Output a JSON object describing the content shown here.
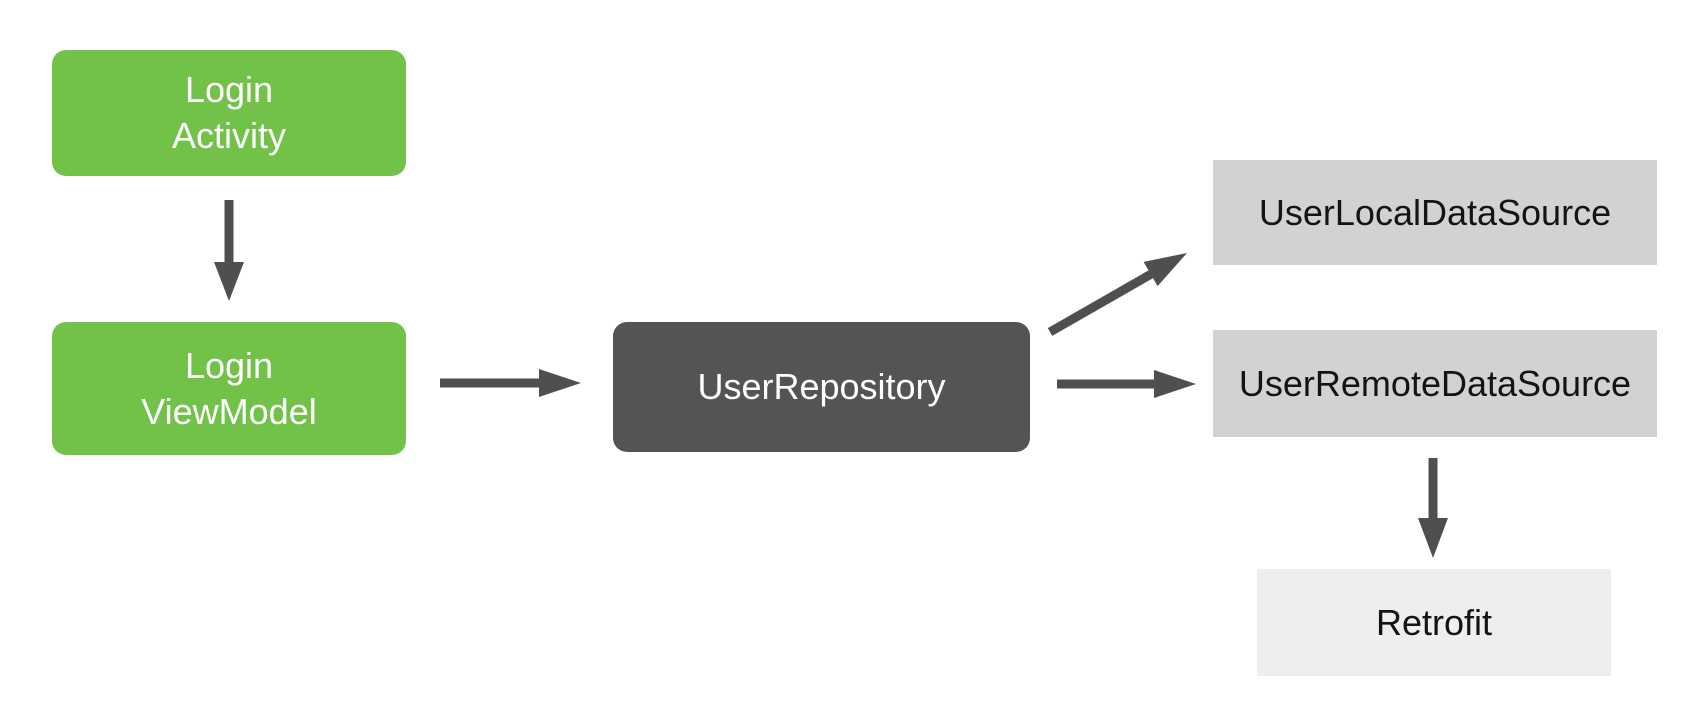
{
  "diagram": {
    "title": "",
    "background_color": "#ffffff",
    "arrow_color": "#4f4f4f",
    "nodes": {
      "login_activity": {
        "lines": [
          "Login",
          "Activity"
        ],
        "bg": "#72c24a",
        "text_color": "#ffffff",
        "shape": "rounded-rect"
      },
      "login_viewmodel": {
        "lines": [
          "Login",
          "ViewModel"
        ],
        "bg": "#72c24a",
        "text_color": "#ffffff",
        "shape": "rounded-rect"
      },
      "user_repository": {
        "label": "UserRepository",
        "bg": "#545454",
        "text_color": "#ffffff",
        "shape": "rounded-rect"
      },
      "user_local_data_source": {
        "label": "UserLocalDataSource",
        "bg": "#d2d2d2",
        "text_color": "#141414",
        "shape": "rect"
      },
      "user_remote_data_source": {
        "label": "UserRemoteDataSource",
        "bg": "#d2d2d2",
        "text_color": "#141414",
        "shape": "rect"
      },
      "retrofit": {
        "label": "Retrofit",
        "bg": "#eeeeec",
        "text_color": "#141414",
        "shape": "rect"
      }
    },
    "edges": [
      {
        "from": "login_activity",
        "to": "login_viewmodel"
      },
      {
        "from": "login_viewmodel",
        "to": "user_repository"
      },
      {
        "from": "user_repository",
        "to": "user_local_data_source"
      },
      {
        "from": "user_repository",
        "to": "user_remote_data_source"
      },
      {
        "from": "user_remote_data_source",
        "to": "retrofit"
      }
    ]
  }
}
